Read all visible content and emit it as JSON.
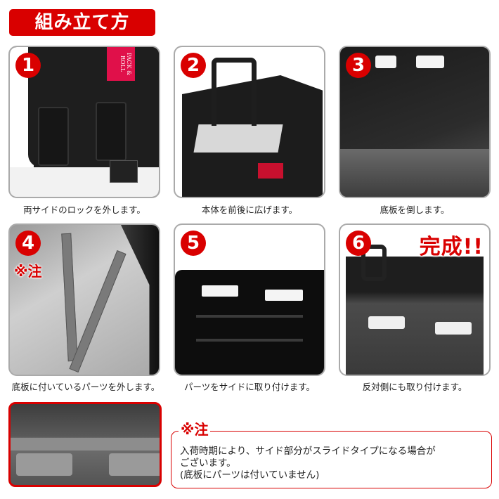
{
  "title": "組み立て方",
  "steps": [
    {
      "number": "1",
      "caption": "両サイドのロックを外します。",
      "label_text": "PACK & ROLL"
    },
    {
      "number": "2",
      "caption": "本体を前後に広げます。"
    },
    {
      "number": "3",
      "caption": "底板を倒します。"
    },
    {
      "number": "4",
      "caption": "底板に付いているパーツを外します。",
      "note_mark": "※注"
    },
    {
      "number": "5",
      "caption": "パーツをサイドに取り付けます。"
    },
    {
      "number": "6",
      "caption": "反対側にも取り付けます。",
      "overlay": "完成!!"
    }
  ],
  "note": {
    "title": "※注",
    "lines": [
      "入荷時期により、サイド部分がスライドタイプになる場合が",
      "ございます。",
      "(底板にパーツは付いていません)"
    ]
  },
  "colors": {
    "accent_red": "#d90000",
    "panel_border": "#aaaaaa",
    "label_pink": "#e0104a"
  }
}
